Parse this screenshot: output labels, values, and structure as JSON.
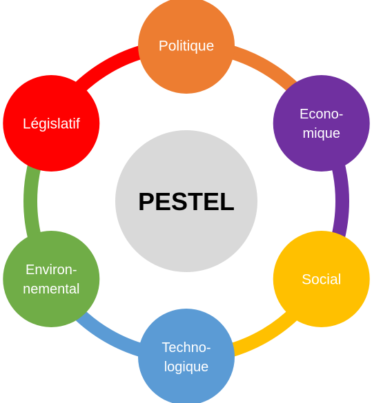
{
  "diagram": {
    "center": {
      "label": "PESTEL",
      "color": "#d9d9d9"
    },
    "nodes": [
      {
        "id": "politique",
        "lines": [
          "Politique"
        ],
        "color": "#ed7d31"
      },
      {
        "id": "economique",
        "lines": [
          "Econo-",
          "mique"
        ],
        "color": "#7030a0"
      },
      {
        "id": "social",
        "lines": [
          "Social"
        ],
        "color": "#ffc000"
      },
      {
        "id": "technologique",
        "lines": [
          "Techno-",
          "logique"
        ],
        "color": "#5b9bd5"
      },
      {
        "id": "environnemental",
        "lines": [
          "Environ-",
          "nemental"
        ],
        "color": "#70ad47"
      },
      {
        "id": "legislatif",
        "lines": [
          "Législatif"
        ],
        "color": "#ff0000"
      }
    ]
  }
}
